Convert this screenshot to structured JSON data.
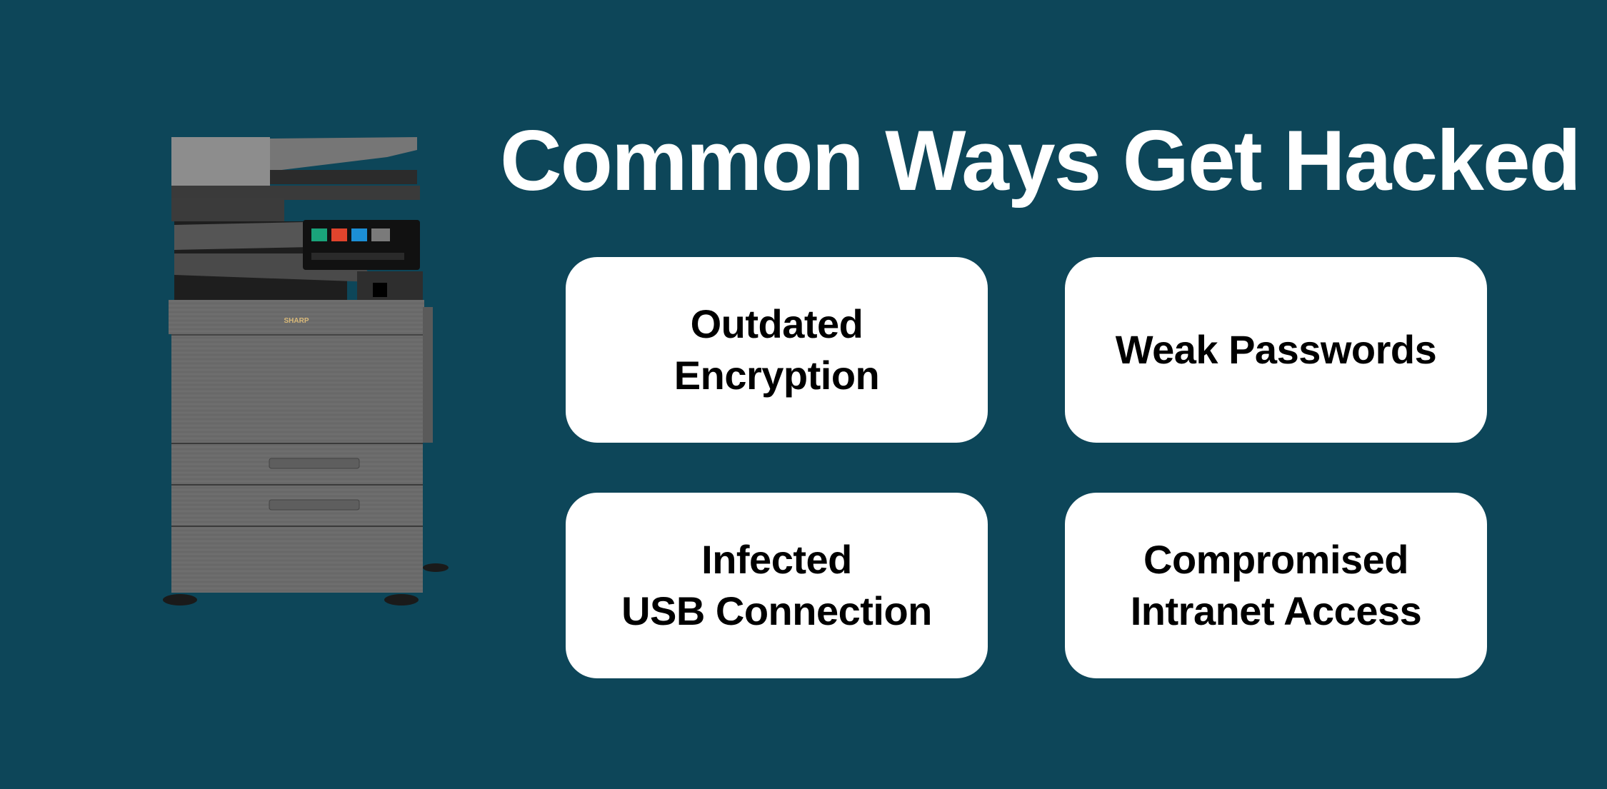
{
  "title": "Common Ways Get Hacked",
  "cards": [
    {
      "lines": [
        "Outdated",
        "Encryption"
      ]
    },
    {
      "lines": [
        "Weak Passwords"
      ]
    },
    {
      "lines": [
        "Infected",
        "USB Connection"
      ]
    },
    {
      "lines": [
        "Compromised",
        "Intranet Access"
      ]
    }
  ],
  "image": {
    "subject": "printer-illustration",
    "logo_text": "SHARP"
  },
  "colors": {
    "background": "#0d4659",
    "card": "#ffffff",
    "title": "#ffffff",
    "card_text": "#000000"
  }
}
